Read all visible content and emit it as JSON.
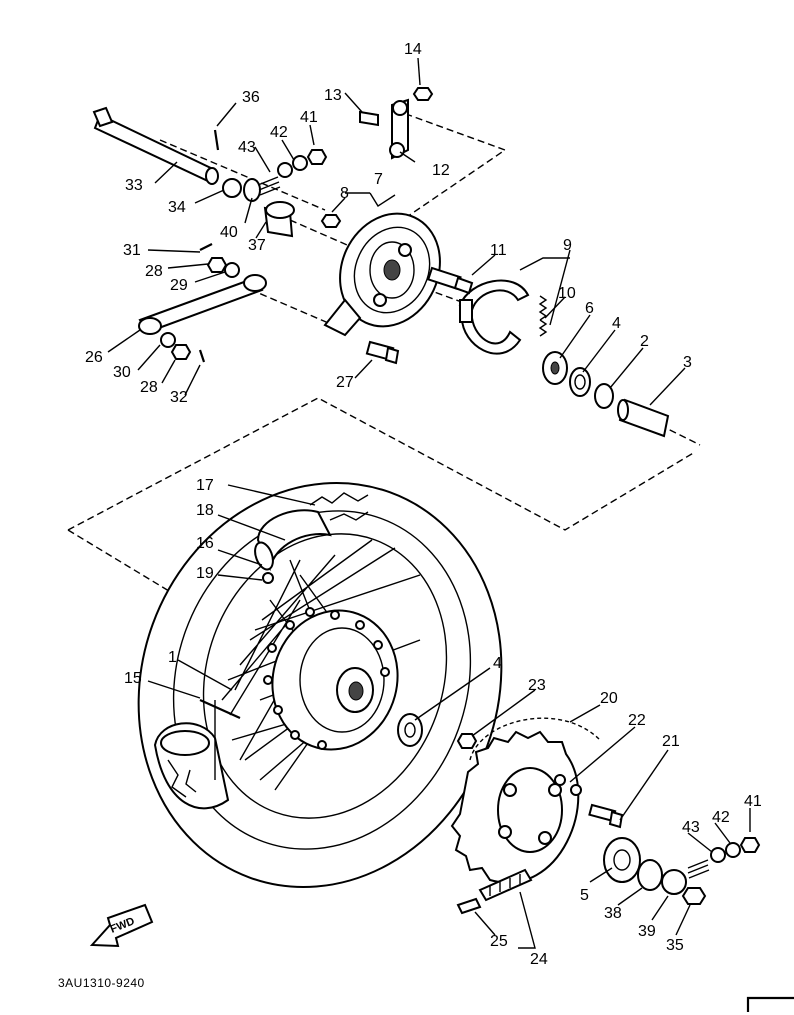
{
  "diagram": {
    "part_labels": [
      "1",
      "2",
      "3",
      "4",
      "4",
      "5",
      "6",
      "7",
      "8",
      "9",
      "10",
      "11",
      "12",
      "13",
      "14",
      "15",
      "16",
      "17",
      "18",
      "19",
      "20",
      "21",
      "22",
      "23",
      "24",
      "25",
      "26",
      "27",
      "28",
      "28",
      "29",
      "30",
      "31",
      "32",
      "33",
      "34",
      "35",
      "36",
      "37",
      "38",
      "39",
      "40",
      "41",
      "41",
      "42",
      "42",
      "43",
      "43"
    ],
    "forward_marker": "FWD",
    "drawing_code": "3AU1310-9240",
    "colors": {
      "ink": "#000000",
      "paper": "#ffffff"
    }
  }
}
